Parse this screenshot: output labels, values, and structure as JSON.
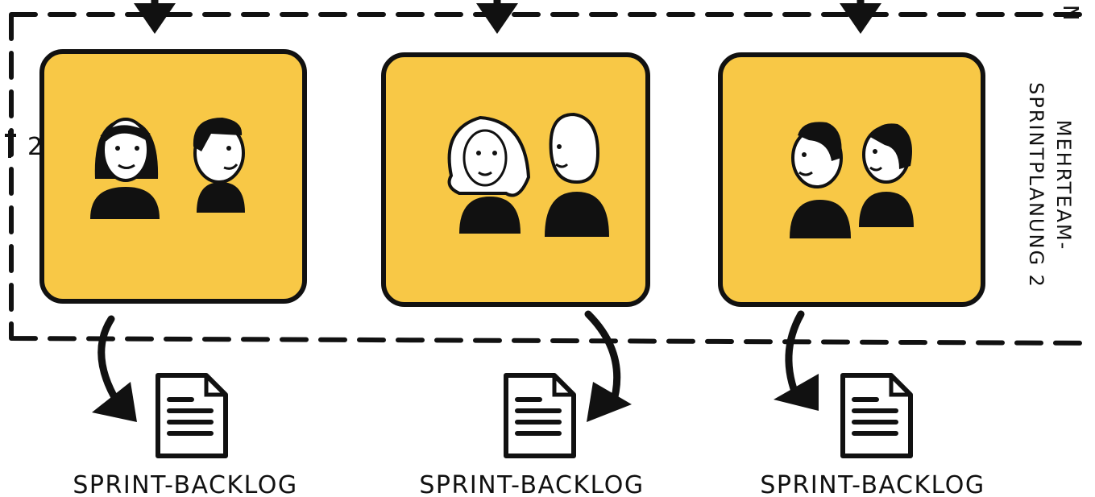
{
  "diagram": {
    "side_label": {
      "line1": "MEHRTEAM-",
      "line2": "SPRINTPLANUNG 2"
    },
    "edge_marker_right": "N",
    "edge_marker_left": "2",
    "teams": [
      {
        "caption": "SPRINT-BACKLOG"
      },
      {
        "caption": "SPRINT-BACKLOG"
      },
      {
        "caption": "SPRINT-BACKLOG"
      }
    ],
    "colors": {
      "team_fill": "#F8C846",
      "stroke": "#111111",
      "background": "#FFFFFF"
    }
  }
}
